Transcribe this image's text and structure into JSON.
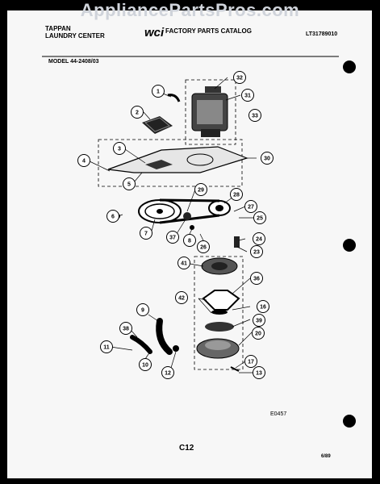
{
  "watermark": "AppliancePartsPros.com",
  "header": {
    "brand_line1": "TAPPAN",
    "brand_line2": "LAUNDRY CENTER",
    "logo_text": "wci",
    "catalog": "FACTORY PARTS CATALOG",
    "catalog_number": "LT31789010",
    "model": "MODEL 44-2408/03"
  },
  "callouts": [
    "1",
    "2",
    "3",
    "4",
    "5",
    "6",
    "7",
    "8",
    "9",
    "10",
    "11",
    "12",
    "13",
    "16",
    "17",
    "20",
    "23",
    "24",
    "25",
    "26",
    "27",
    "28",
    "29",
    "30",
    "31",
    "32",
    "33",
    "36",
    "37",
    "38",
    "39",
    "41",
    "42"
  ],
  "footer": {
    "figure_code": "E0457",
    "page": "C12",
    "date": "6/89"
  }
}
